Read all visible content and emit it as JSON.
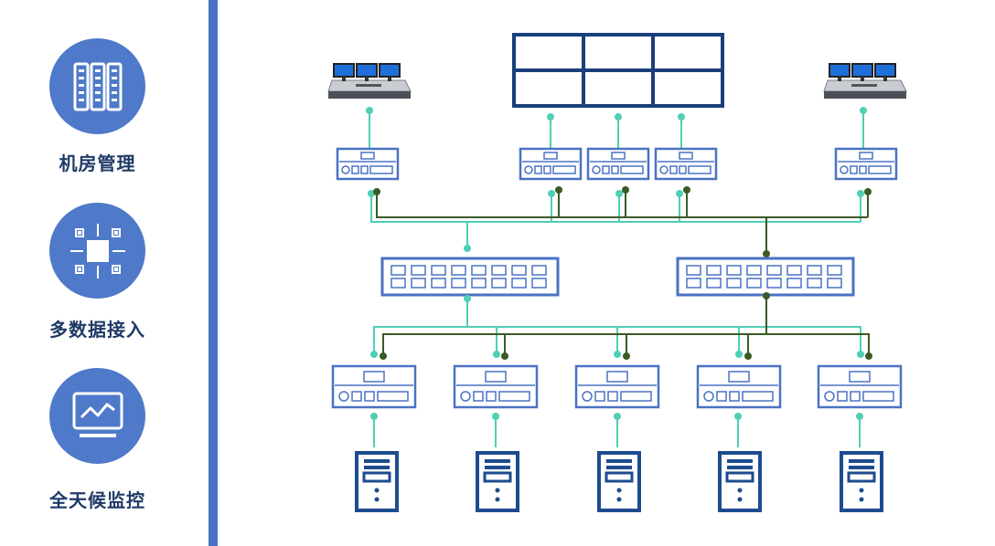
{
  "features": [
    {
      "label": "机房管理",
      "icon": "server-rack-icon"
    },
    {
      "label": "多数据接入",
      "icon": "chip-network-icon"
    },
    {
      "label": "全天候监控",
      "icon": "monitor-chart-icon"
    }
  ],
  "colors": {
    "accent": "#4f79c9",
    "bar": "#4a72c4",
    "device_border": "#4a72c4",
    "video_wall": "#1a3f7a",
    "label": "#1f3a66",
    "teal_link": "#4fcfb5",
    "green_link": "#3b5a25",
    "server": "#1d4b8f"
  }
}
